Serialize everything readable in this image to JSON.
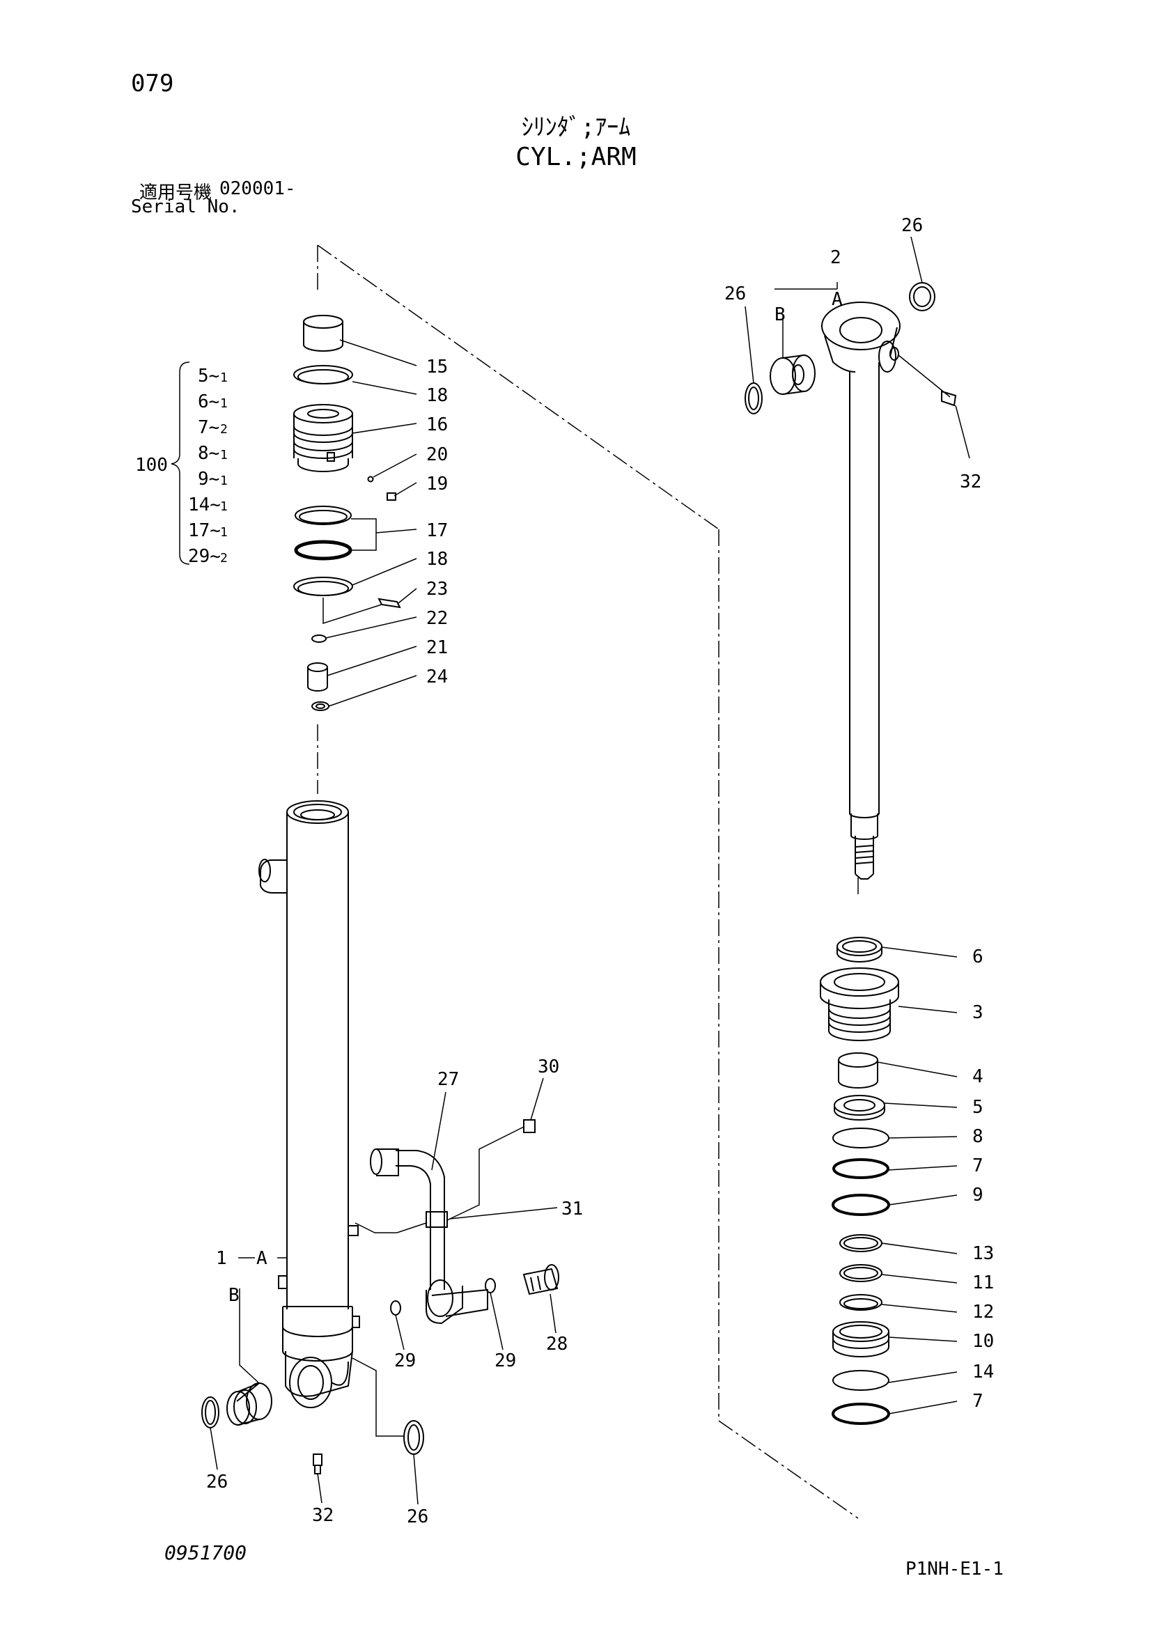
{
  "page_number": "079",
  "title_jp": "ｼﾘﾝﾀﾞ;ｱｰﾑ",
  "title_en": "CYL.;ARM",
  "serial": {
    "label_jp": "適用号機",
    "value": "020001-",
    "label_en": "Serial No."
  },
  "group": {
    "number": "100",
    "items": [
      {
        "part": "5",
        "qty": "1"
      },
      {
        "part": "6",
        "qty": "1"
      },
      {
        "part": "7",
        "qty": "2"
      },
      {
        "part": "8",
        "qty": "1"
      },
      {
        "part": "9",
        "qty": "1"
      },
      {
        "part": "14",
        "qty": "1"
      },
      {
        "part": "17",
        "qty": "1"
      },
      {
        "part": "29",
        "qty": "2"
      }
    ]
  },
  "callouts_left": [
    "15",
    "18",
    "16",
    "20",
    "19",
    "17",
    "18",
    "23",
    "22",
    "21",
    "24",
    "27",
    "30",
    "31",
    "29",
    "29",
    "28",
    "26",
    "32",
    "26"
  ],
  "callouts_right": [
    "26",
    "2",
    "26",
    "32",
    "6",
    "3",
    "4",
    "5",
    "8",
    "7",
    "9",
    "13",
    "11",
    "12",
    "10",
    "14",
    "7"
  ],
  "assembly_labels": {
    "left": "1",
    "right": "2",
    "a": "A",
    "b": "B"
  },
  "footer_left": "0951700",
  "footer_right": "P1NH-E1-1"
}
